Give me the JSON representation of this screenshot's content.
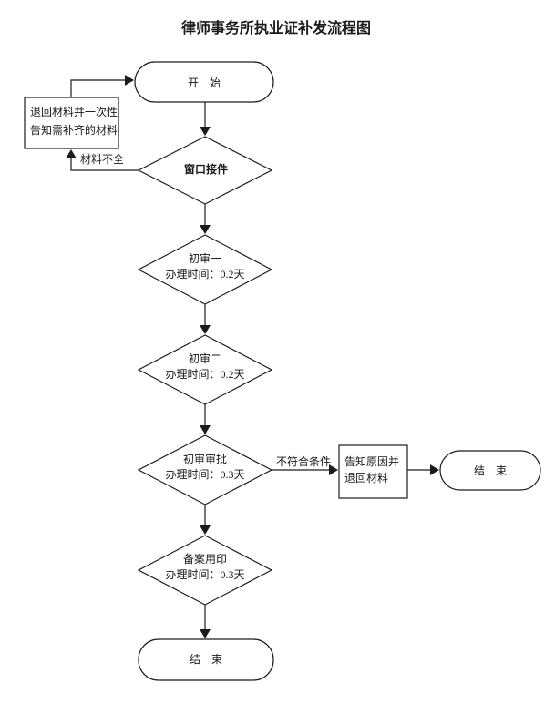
{
  "title": "律师事务所执业证补发流程图",
  "nodes": {
    "start": {
      "label": "开　始"
    },
    "return_materials": {
      "line1": "退回材料并一次性",
      "line2": "告知需补齐的材料"
    },
    "window_intake": {
      "label": "窗口接件"
    },
    "first_review_1": {
      "line1": "初审一",
      "line2": "办理时间：0.2天"
    },
    "first_review_2": {
      "line1": "初审二",
      "line2": "办理时间：0.2天"
    },
    "initial_approval": {
      "line1": "初审审批",
      "line2": "办理时间：0.3天"
    },
    "notify_return": {
      "line1": "告知原因并",
      "line2": "退回材料"
    },
    "end_right": {
      "label": "结　束"
    },
    "filing_seal": {
      "line1": "备案用印",
      "line2": "办理时间：0.3天"
    },
    "end_bottom": {
      "label": "结　束"
    }
  },
  "edge_labels": {
    "materials_incomplete": "材料不全",
    "not_meet_conditions": "不符合条件"
  },
  "colors": {
    "line": "#1c1c1c",
    "text": "#1a1a1a",
    "background": "#ffffff"
  }
}
